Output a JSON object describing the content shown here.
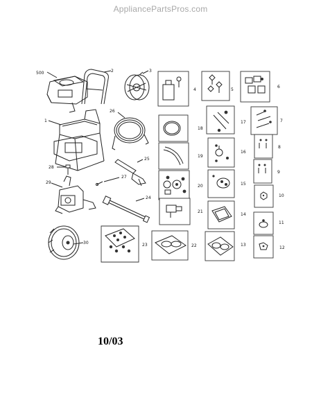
{
  "watermark": "AppliancePartsPros.com",
  "date_code": "10/03",
  "callouts": {
    "c500": "500",
    "c1": "1",
    "c2": "2",
    "c3": "3",
    "c4": "4",
    "c5": "5",
    "c6": "6",
    "c7": "7",
    "c8": "8",
    "c9": "9",
    "c10": "10",
    "c11": "11",
    "c12": "12",
    "c13": "13",
    "c14": "14",
    "c15": "15",
    "c16": "16",
    "c17": "17",
    "c18": "18",
    "c19": "19",
    "c20": "20",
    "c21": "21",
    "c22": "22",
    "c23": "23",
    "c24": "24",
    "c25": "25",
    "c26": "26",
    "c27": "27",
    "c28": "28",
    "c29": "29",
    "c30": "30"
  }
}
